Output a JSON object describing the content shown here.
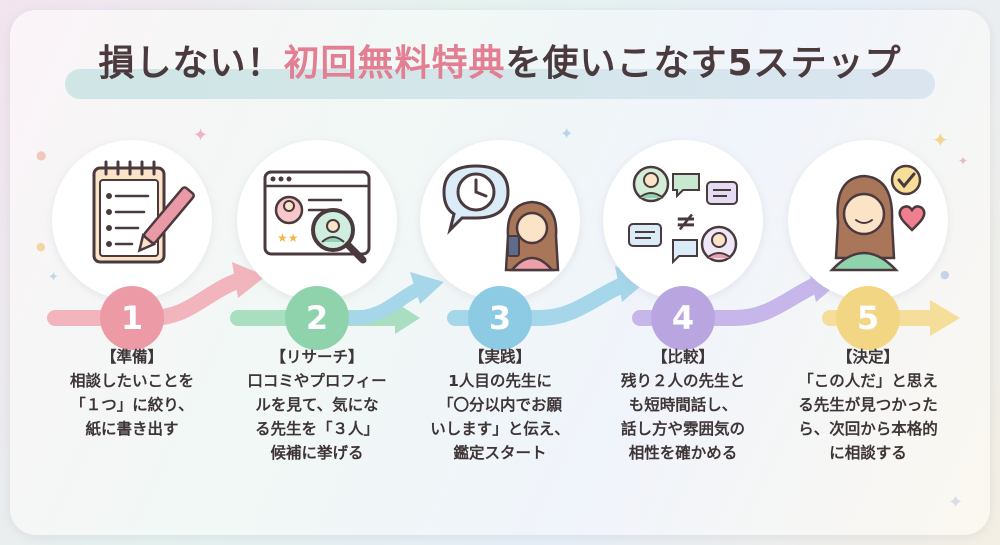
{
  "title": {
    "before": "損しない！",
    "accent": "初回無料特典",
    "after": "を使いこなす5ステップ"
  },
  "colors": {
    "accent_pink": "#e27f93",
    "step1": "#eb9aa6",
    "step2": "#8fd3ac",
    "step3": "#8ccbe3",
    "step4": "#b9a6e0",
    "step5": "#f3d684"
  },
  "steps": [
    {
      "number": "1",
      "icon": "notepad-pen-icon",
      "heading": "【準備】",
      "lines": [
        "相談したいことを",
        "「１つ」に絞り、",
        "紙に書き出す"
      ]
    },
    {
      "number": "2",
      "icon": "profile-search-icon",
      "heading": "【リサーチ】",
      "lines": [
        "口コミやプロフィー",
        "ルを見て、気にな",
        "る先生を「３人」",
        "候補に挙げる"
      ]
    },
    {
      "number": "3",
      "icon": "clock-phone-woman-icon",
      "heading": "【実践】",
      "lines": [
        "1人目の先生に",
        "「〇分以内でお願",
        "いします」と伝え、",
        "鑑定スタート"
      ]
    },
    {
      "number": "4",
      "icon": "compare-advisors-icon",
      "heading": "【比較】",
      "lines": [
        "残り２人の先生と",
        "も短時間話し、",
        "話し方や雰囲気の",
        "相性を確かめる"
      ]
    },
    {
      "number": "5",
      "icon": "woman-check-heart-icon",
      "heading": "【決定】",
      "lines": [
        "「この人だ」と思え",
        "る先生が見つかった",
        "ら、次回から本格的",
        "に相談する"
      ]
    }
  ]
}
